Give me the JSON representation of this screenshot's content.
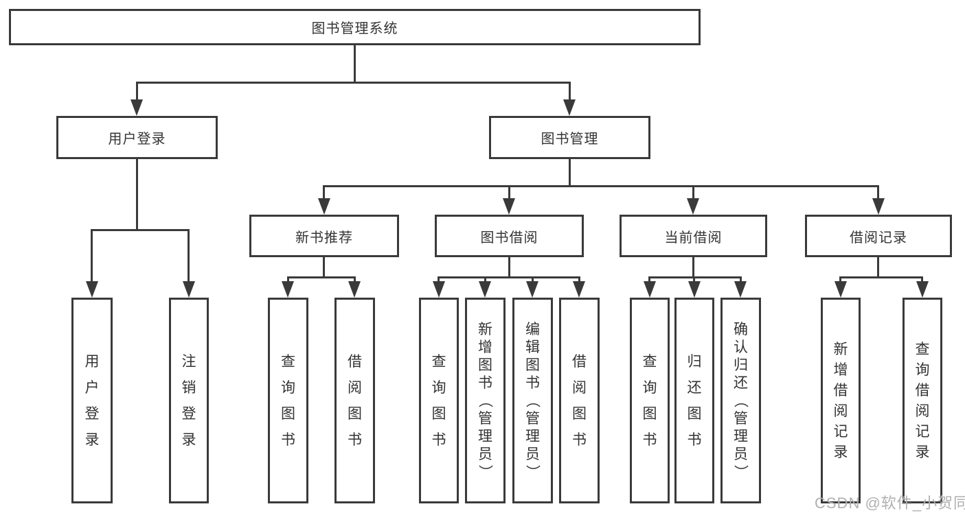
{
  "diagram": {
    "root": "图书管理系统",
    "level2": [
      "用户登录",
      "图书管理"
    ],
    "level3": [
      "新书推荐",
      "图书借阅",
      "当前借阅",
      "借阅记录"
    ],
    "leaves_user_login": [
      "用户登录",
      "注销登录"
    ],
    "leaves_new_books": [
      "查询图书",
      "借阅图书"
    ],
    "leaves_book_borrow": [
      "查询图书",
      "新增图书（管理员）",
      "编辑图书（管理员）",
      "借阅图书"
    ],
    "leaves_current_borrow": [
      "查询图书",
      "归还图书",
      "确认归还（管理员）"
    ],
    "leaves_borrow_records": [
      "新增借阅记录",
      "查询借阅记录"
    ]
  },
  "watermark": "CSDN @软件_小贺同学",
  "colors": {
    "line": "#3a3a3a",
    "text": "#333333",
    "watermark": "#b0b0b0",
    "background": "#ffffff"
  }
}
